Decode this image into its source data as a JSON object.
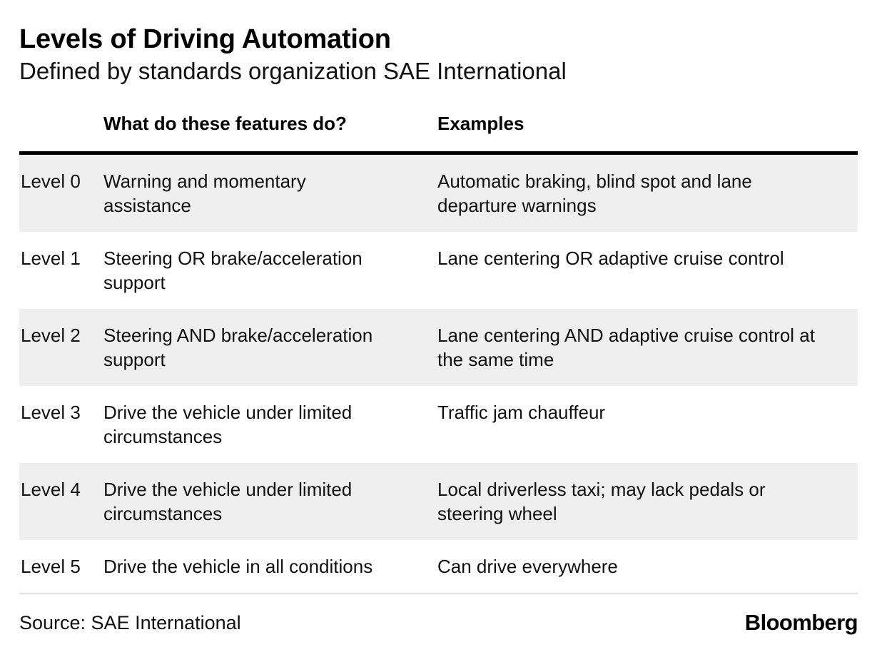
{
  "header": {
    "title": "Levels of Driving Automation",
    "subtitle": "Defined by standards organization SAE International"
  },
  "chart_data": {
    "type": "table",
    "title": "Levels of Driving Automation",
    "subtitle": "Defined by standards organization SAE International",
    "columns": [
      "",
      "What do these features do?",
      "Examples"
    ],
    "rows": [
      {
        "level": "Level 0",
        "features": "Warning and momentary assistance",
        "examples": "Automatic braking, blind spot and lane departure warnings"
      },
      {
        "level": "Level 1",
        "features": "Steering OR brake/acceleration support",
        "examples": "Lane centering OR adaptive cruise control"
      },
      {
        "level": "Level 2",
        "features": "Steering AND brake/acceleration support",
        "examples": "Lane centering AND adaptive cruise control at the same time"
      },
      {
        "level": "Level 3",
        "features": "Drive the vehicle under limited circumstances",
        "examples": "Traffic jam chauffeur"
      },
      {
        "level": "Level 4",
        "features": "Drive the vehicle under limited circumstances",
        "examples": "Local driverless taxi; may lack pedals or steering wheel"
      },
      {
        "level": "Level 5",
        "features": "Drive the vehicle in all conditions",
        "examples": "Can drive everywhere"
      }
    ],
    "layout": {
      "striped_row_indexes": [
        0,
        2,
        4
      ],
      "grid": "off",
      "legend": "none"
    }
  },
  "footer": {
    "source": "Source: SAE International",
    "brand": "Bloomberg"
  },
  "colors": {
    "background": "#ffffff",
    "stripe": "#efefef",
    "header_rule": "#000000",
    "footer_divider": "#dfdfdf",
    "text": "#111111"
  }
}
